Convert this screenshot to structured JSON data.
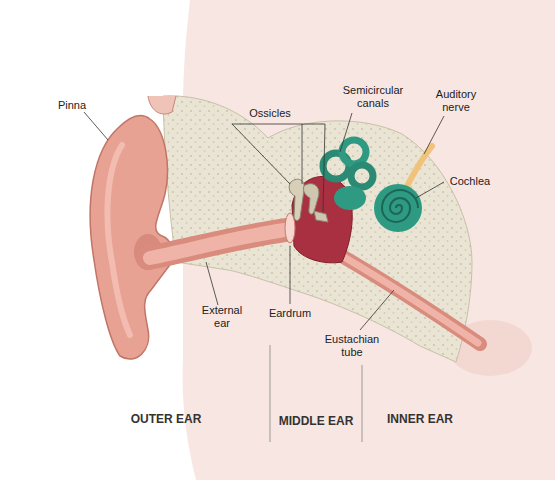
{
  "diagram": {
    "labels": [
      "Pinna",
      "Ossicles",
      "Semicircular canals",
      "Auditory nerve",
      "Cochlea",
      "External ear",
      "Eardrum",
      "Eustachian tube",
      "OUTER EAR",
      "MIDDLE EAR",
      "INNER EAR"
    ]
  }
}
